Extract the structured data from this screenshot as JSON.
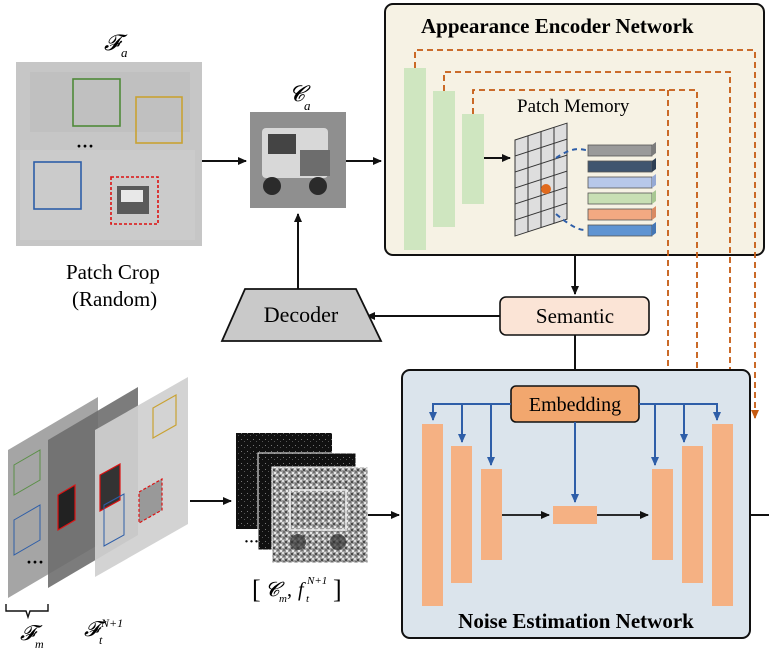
{
  "labels": {
    "frame_a": "𝓕",
    "frame_a_sub": "a",
    "crop_a": "𝓒",
    "crop_a_sub": "a",
    "patch_crop_line1": "Patch Crop",
    "patch_crop_line2": "(Random)",
    "ellipsis": "···",
    "decoder": "Decoder",
    "semantic": "Semantic",
    "embedding": "Embedding",
    "patch_memory": "Patch Memory",
    "appearance_title": "Appearance Encoder Network",
    "noise_title": "Noise Estimation Network",
    "frame_m": "𝓕",
    "frame_m_sub": "m",
    "frame_t": "𝓕",
    "frame_t_sub": "t",
    "frame_t_sup": "N+1",
    "pair_open": "[",
    "pair_c": "𝓒",
    "pair_c_sub": "m",
    "pair_comma": ", ",
    "pair_f": "f",
    "pair_f_sub": "t",
    "pair_f_sup": "N+1",
    "pair_close": "]"
  },
  "colors": {
    "encoder_bg": "#f6f2e4",
    "noise_bg": "#dbe4ec",
    "encoder_bar": "#cfe6c0",
    "unet_bar": "#f5b183",
    "embedding_fill": "#f2a76e",
    "semantic_fill": "#fbe4d6",
    "decoder_fill": "#c9c9c9",
    "blue_arrow": "#2e5ea8",
    "orange_dash": "#c55a11",
    "memory_slots": [
      "#9a9a9a",
      "#3f556f",
      "#b7c8ea",
      "#c8dfb4",
      "#f3a982",
      "#5f94d2"
    ]
  }
}
